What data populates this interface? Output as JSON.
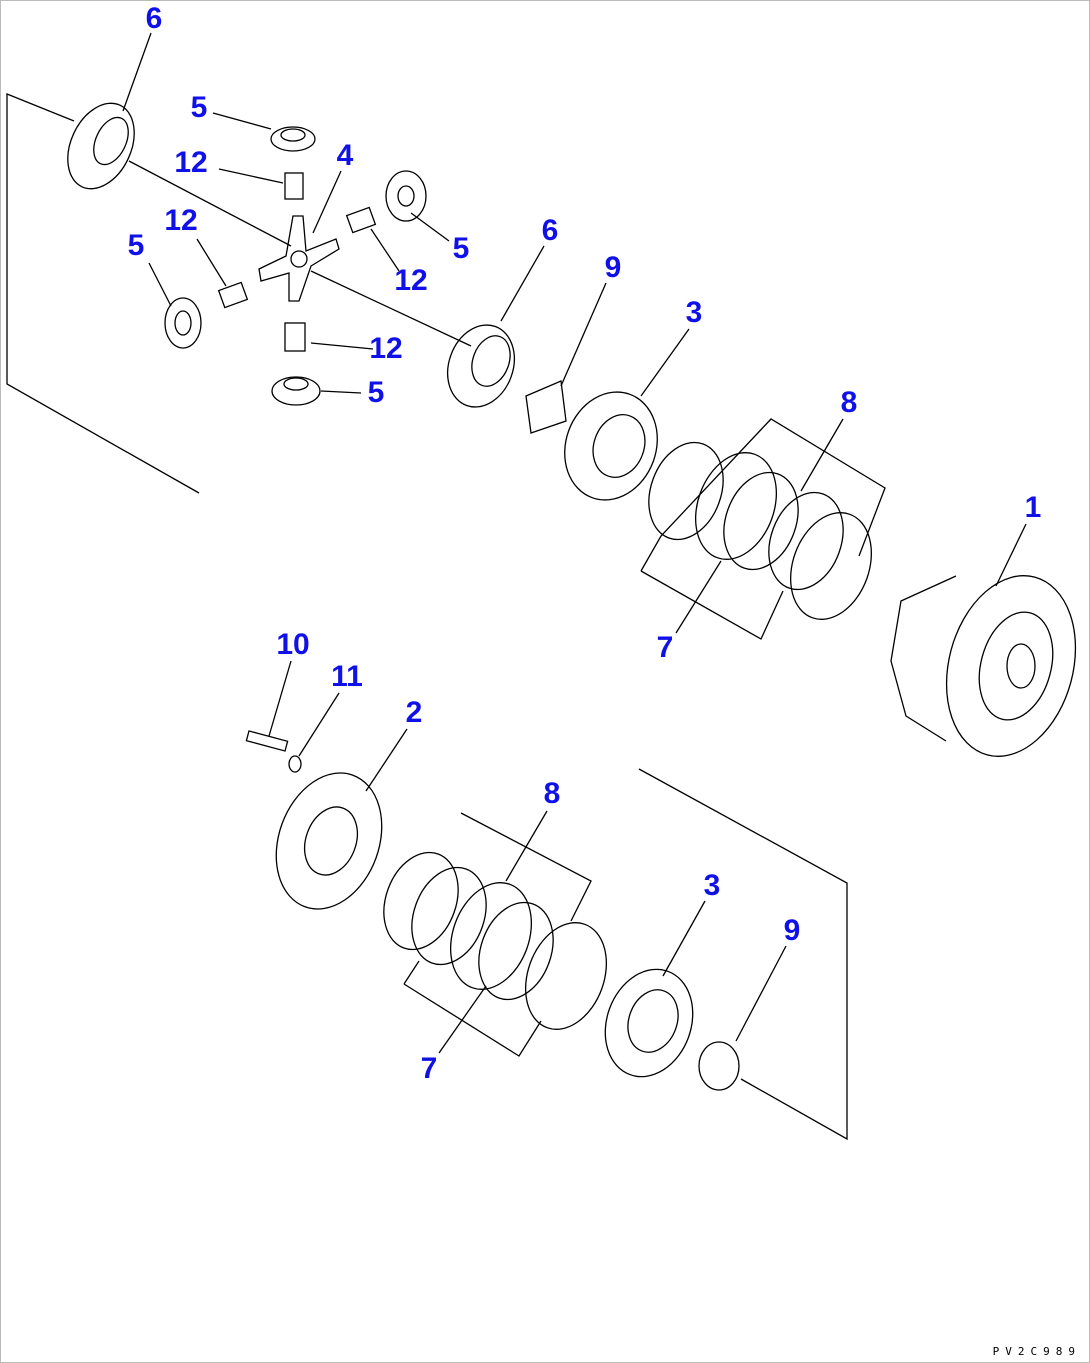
{
  "diagram_code": "PV2C989",
  "callouts": [
    "6",
    "5",
    "12",
    "4",
    "12",
    "5",
    "5",
    "12",
    "6",
    "9",
    "3",
    "12",
    "5",
    "8",
    "1",
    "7",
    "10",
    "11",
    "2",
    "8",
    "3",
    "9",
    "7"
  ]
}
